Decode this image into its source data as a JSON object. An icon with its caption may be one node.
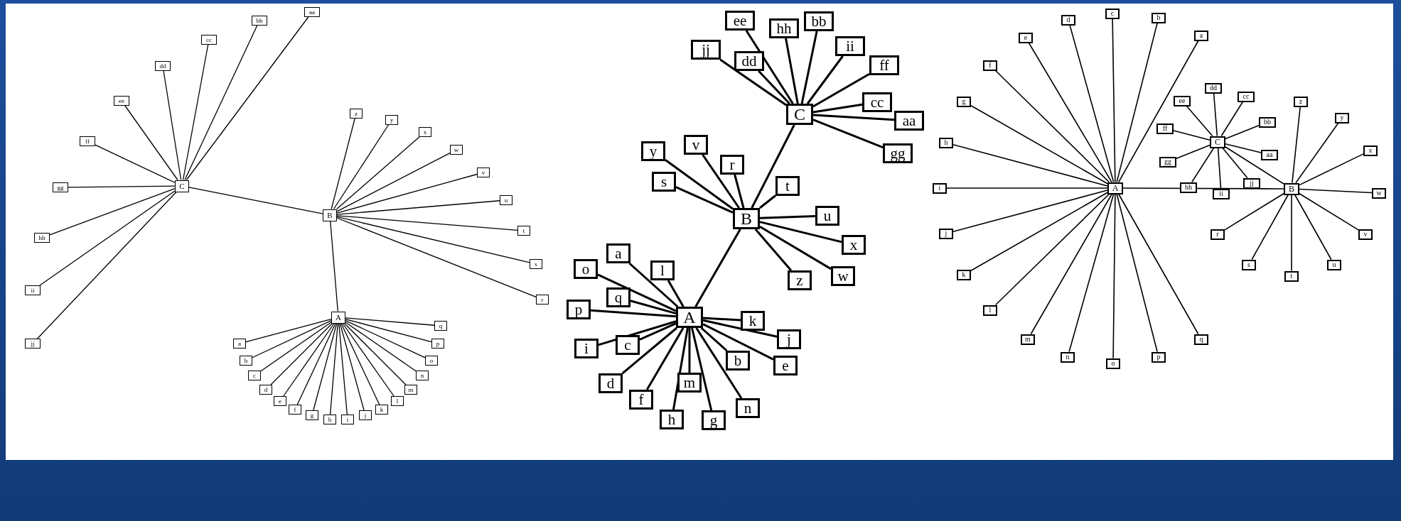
{
  "diagram": {
    "nodes": [
      {
        "text": [
          "A"
        ]
      },
      {
        "text": [
          "B"
        ]
      },
      {
        "text": [
          "C"
        ]
      },
      {
        "text": [
          "a"
        ]
      },
      {
        "text": [
          "b"
        ]
      },
      {
        "text": [
          "c"
        ]
      },
      {
        "text": [
          "d"
        ]
      },
      {
        "text": [
          "e"
        ]
      },
      {
        "text": [
          "f"
        ]
      },
      {
        "text": [
          "g"
        ]
      },
      {
        "text": [
          "h"
        ]
      },
      {
        "text": [
          "i"
        ]
      },
      {
        "text": [
          "j"
        ]
      },
      {
        "text": [
          "k"
        ]
      },
      {
        "text": [
          "l"
        ]
      },
      {
        "text": [
          "m"
        ]
      },
      {
        "text": [
          "n"
        ]
      },
      {
        "text": [
          "o"
        ]
      },
      {
        "text": [
          "p"
        ]
      },
      {
        "text": [
          "q"
        ]
      },
      {
        "text": [
          "r"
        ]
      },
      {
        "text": [
          "s"
        ]
      },
      {
        "text": [
          "t"
        ]
      },
      {
        "text": [
          "u"
        ]
      },
      {
        "text": [
          "v"
        ]
      },
      {
        "text": [
          "w"
        ]
      },
      {
        "text": [
          "x"
        ]
      },
      {
        "text": [
          "y"
        ]
      },
      {
        "text": [
          "z"
        ]
      },
      {
        "text": [
          "aa"
        ]
      },
      {
        "text": [
          "bb"
        ]
      },
      {
        "text": [
          "cc"
        ]
      },
      {
        "text": [
          "dd"
        ]
      },
      {
        "text": [
          "ee"
        ]
      },
      {
        "text": [
          "ff"
        ]
      },
      {
        "text": [
          "gg"
        ]
      },
      {
        "text": [
          "hh"
        ]
      },
      {
        "text": [
          "ii"
        ]
      },
      {
        "text": [
          "jj"
        ]
      },
      {
        "text": [
          "A"
        ]
      },
      {
        "text": [
          "B"
        ]
      },
      {
        "text": [
          "C"
        ]
      },
      {
        "text": [
          "a"
        ]
      },
      {
        "text": [
          "b"
        ]
      },
      {
        "text": [
          "c"
        ]
      },
      {
        "text": [
          "d"
        ]
      },
      {
        "text": [
          "e"
        ]
      },
      {
        "text": [
          "f"
        ]
      },
      {
        "text": [
          "g"
        ]
      },
      {
        "text": [
          "h"
        ]
      },
      {
        "text": [
          "i"
        ]
      },
      {
        "text": [
          "j"
        ]
      },
      {
        "text": [
          "k"
        ]
      },
      {
        "text": [
          "l"
        ]
      },
      {
        "text": [
          "m"
        ]
      },
      {
        "text": [
          "n"
        ]
      },
      {
        "text": [
          "o"
        ]
      },
      {
        "text": [
          "p"
        ]
      },
      {
        "text": [
          "q"
        ]
      },
      {
        "text": [
          "r"
        ]
      },
      {
        "text": [
          "s"
        ]
      },
      {
        "text": [
          "t"
        ]
      },
      {
        "text": [
          "u"
        ]
      },
      {
        "text": [
          "v"
        ]
      },
      {
        "text": [
          "w"
        ]
      },
      {
        "text": [
          "x"
        ]
      },
      {
        "text": [
          "y"
        ]
      },
      {
        "text": [
          "z"
        ]
      },
      {
        "text": [
          "aa"
        ]
      },
      {
        "text": [
          "bb"
        ]
      },
      {
        "text": [
          "cc"
        ]
      },
      {
        "text": [
          "dd"
        ]
      },
      {
        "text": [
          "ee"
        ]
      },
      {
        "text": [
          "ff"
        ]
      },
      {
        "text": [
          "gg"
        ]
      },
      {
        "text": [
          "hh"
        ]
      },
      {
        "text": [
          "ii"
        ]
      },
      {
        "text": [
          "jj"
        ]
      },
      {
        "text": [
          "A"
        ]
      },
      {
        "text": [
          "B"
        ]
      },
      {
        "text": [
          "C"
        ]
      },
      {
        "text": [
          "a"
        ]
      },
      {
        "text": [
          "b"
        ]
      },
      {
        "text": [
          "c"
        ]
      },
      {
        "text": [
          "d"
        ]
      },
      {
        "text": [
          "e"
        ]
      },
      {
        "text": [
          "f"
        ]
      },
      {
        "text": [
          "g"
        ]
      },
      {
        "text": [
          "h"
        ]
      },
      {
        "text": [
          "i"
        ]
      },
      {
        "text": [
          "j"
        ]
      },
      {
        "text": [
          "k"
        ]
      },
      {
        "text": [
          "l"
        ]
      },
      {
        "text": [
          "m"
        ]
      },
      {
        "text": [
          "n"
        ]
      },
      {
        "text": [
          "o"
        ]
      },
      {
        "text": [
          "p"
        ]
      },
      {
        "text": [
          "q"
        ]
      },
      {
        "text": [
          "r"
        ]
      },
      {
        "text": [
          "s"
        ]
      },
      {
        "text": [
          "t"
        ]
      },
      {
        "text": [
          "u"
        ]
      },
      {
        "text": [
          "v"
        ]
      },
      {
        "text": [
          "w"
        ]
      },
      {
        "text": [
          "x"
        ]
      },
      {
        "text": [
          "y"
        ]
      },
      {
        "text": [
          "z"
        ]
      },
      {
        "text": [
          "aa"
        ]
      },
      {
        "text": [
          "bb"
        ]
      },
      {
        "text": [
          "cc"
        ]
      },
      {
        "text": [
          "dd"
        ]
      },
      {
        "text": [
          "ee"
        ]
      },
      {
        "text": [
          "ff"
        ]
      },
      {
        "text": [
          "gg"
        ]
      },
      {
        "text": [
          "hh"
        ]
      },
      {
        "text": [
          "ii"
        ]
      },
      {
        "text": [
          "jj"
        ]
      }
    ],
    "edges": [
      {
        "from": 0,
        "to": 3,
        "arrow": "none"
      },
      {
        "from": 0,
        "to": 4,
        "arrow": "none"
      },
      {
        "from": 0,
        "to": 5,
        "arrow": "none"
      },
      {
        "from": 0,
        "to": 6,
        "arrow": "none"
      },
      {
        "from": 0,
        "to": 7,
        "arrow": "none"
      },
      {
        "from": 0,
        "to": 8,
        "arrow": "none"
      },
      {
        "from": 0,
        "to": 9,
        "arrow": "none"
      },
      {
        "from": 0,
        "to": 10,
        "arrow": "none"
      },
      {
        "from": 0,
        "to": 11,
        "arrow": "none"
      },
      {
        "from": 0,
        "to": 12,
        "arrow": "none"
      },
      {
        "from": 0,
        "to": 13,
        "arrow": "none"
      },
      {
        "from": 0,
        "to": 14,
        "arrow": "none"
      },
      {
        "from": 0,
        "to": 15,
        "arrow": "none"
      },
      {
        "from": 0,
        "to": 16,
        "arrow": "none"
      },
      {
        "from": 0,
        "to": 17,
        "arrow": "none"
      },
      {
        "from": 0,
        "to": 18,
        "arrow": "none"
      },
      {
        "from": 0,
        "to": 19,
        "arrow": "none"
      },
      {
        "from": 1,
        "to": 20,
        "arrow": "none"
      },
      {
        "from": 1,
        "to": 21,
        "arrow": "none"
      },
      {
        "from": 1,
        "to": 22,
        "arrow": "none"
      },
      {
        "from": 1,
        "to": 23,
        "arrow": "none"
      },
      {
        "from": 1,
        "to": 24,
        "arrow": "none"
      },
      {
        "from": 1,
        "to": 25,
        "arrow": "none"
      },
      {
        "from": 1,
        "to": 26,
        "arrow": "none"
      },
      {
        "from": 1,
        "to": 27,
        "arrow": "none"
      },
      {
        "from": 1,
        "to": 28,
        "arrow": "none"
      },
      {
        "from": 2,
        "to": 29,
        "arrow": "none"
      },
      {
        "from": 2,
        "to": 30,
        "arrow": "none"
      },
      {
        "from": 2,
        "to": 31,
        "arrow": "none"
      },
      {
        "from": 2,
        "to": 32,
        "arrow": "none"
      },
      {
        "from": 2,
        "to": 33,
        "arrow": "none"
      },
      {
        "from": 2,
        "to": 34,
        "arrow": "none"
      },
      {
        "from": 2,
        "to": 35,
        "arrow": "none"
      },
      {
        "from": 2,
        "to": 36,
        "arrow": "none"
      },
      {
        "from": 2,
        "to": 37,
        "arrow": "none"
      },
      {
        "from": 2,
        "to": 38,
        "arrow": "none"
      },
      {
        "from": 1,
        "to": 0,
        "arrow": "none"
      },
      {
        "from": 2,
        "to": 1,
        "arrow": "none"
      },
      {
        "from": 39,
        "to": 42,
        "arrow": "none"
      },
      {
        "from": 39,
        "to": 43,
        "arrow": "none"
      },
      {
        "from": 39,
        "to": 44,
        "arrow": "none"
      },
      {
        "from": 39,
        "to": 45,
        "arrow": "none"
      },
      {
        "from": 39,
        "to": 46,
        "arrow": "none"
      },
      {
        "from": 39,
        "to": 47,
        "arrow": "none"
      },
      {
        "from": 39,
        "to": 48,
        "arrow": "none"
      },
      {
        "from": 39,
        "to": 49,
        "arrow": "none"
      },
      {
        "from": 39,
        "to": 50,
        "arrow": "none"
      },
      {
        "from": 39,
        "to": 51,
        "arrow": "none"
      },
      {
        "from": 39,
        "to": 52,
        "arrow": "none"
      },
      {
        "from": 39,
        "to": 53,
        "arrow": "none"
      },
      {
        "from": 39,
        "to": 54,
        "arrow": "none"
      },
      {
        "from": 39,
        "to": 55,
        "arrow": "none"
      },
      {
        "from": 39,
        "to": 56,
        "arrow": "none"
      },
      {
        "from": 39,
        "to": 57,
        "arrow": "none"
      },
      {
        "from": 39,
        "to": 58,
        "arrow": "none"
      },
      {
        "from": 40,
        "to": 59,
        "arrow": "none"
      },
      {
        "from": 40,
        "to": 60,
        "arrow": "none"
      },
      {
        "from": 40,
        "to": 61,
        "arrow": "none"
      },
      {
        "from": 40,
        "to": 62,
        "arrow": "none"
      },
      {
        "from": 40,
        "to": 63,
        "arrow": "none"
      },
      {
        "from": 40,
        "to": 64,
        "arrow": "none"
      },
      {
        "from": 40,
        "to": 65,
        "arrow": "none"
      },
      {
        "from": 40,
        "to": 66,
        "arrow": "none"
      },
      {
        "from": 40,
        "to": 67,
        "arrow": "none"
      },
      {
        "from": 41,
        "to": 68,
        "arrow": "none"
      },
      {
        "from": 41,
        "to": 69,
        "arrow": "none"
      },
      {
        "from": 41,
        "to": 70,
        "arrow": "none"
      },
      {
        "from": 41,
        "to": 71,
        "arrow": "none"
      },
      {
        "from": 41,
        "to": 72,
        "arrow": "none"
      },
      {
        "from": 41,
        "to": 73,
        "arrow": "none"
      },
      {
        "from": 41,
        "to": 74,
        "arrow": "none"
      },
      {
        "from": 41,
        "to": 75,
        "arrow": "none"
      },
      {
        "from": 41,
        "to": 76,
        "arrow": "none"
      },
      {
        "from": 41,
        "to": 77,
        "arrow": "none"
      },
      {
        "from": 40,
        "to": 39,
        "arrow": "none"
      },
      {
        "from": 41,
        "to": 40,
        "arrow": "none"
      },
      {
        "from": 78,
        "to": 81,
        "arrow": "none"
      },
      {
        "from": 78,
        "to": 82,
        "arrow": "none"
      },
      {
        "from": 78,
        "to": 83,
        "arrow": "none"
      },
      {
        "from": 78,
        "to": 84,
        "arrow": "none"
      },
      {
        "from": 78,
        "to": 85,
        "arrow": "none"
      },
      {
        "from": 78,
        "to": 86,
        "arrow": "none"
      },
      {
        "from": 78,
        "to": 87,
        "arrow": "none"
      },
      {
        "from": 78,
        "to": 88,
        "arrow": "none"
      },
      {
        "from": 78,
        "to": 89,
        "arrow": "none"
      },
      {
        "from": 78,
        "to": 90,
        "arrow": "none"
      },
      {
        "from": 78,
        "to": 91,
        "arrow": "none"
      },
      {
        "from": 78,
        "to": 92,
        "arrow": "none"
      },
      {
        "from": 78,
        "to": 93,
        "arrow": "none"
      },
      {
        "from": 78,
        "to": 94,
        "arrow": "none"
      },
      {
        "from": 78,
        "to": 95,
        "arrow": "none"
      },
      {
        "from": 78,
        "to": 96,
        "arrow": "none"
      },
      {
        "from": 78,
        "to": 97,
        "arrow": "none"
      },
      {
        "from": 79,
        "to": 98,
        "arrow": "none"
      },
      {
        "from": 79,
        "to": 99,
        "arrow": "none"
      },
      {
        "from": 79,
        "to": 100,
        "arrow": "none"
      },
      {
        "from": 79,
        "to": 101,
        "arrow": "none"
      },
      {
        "from": 79,
        "to": 102,
        "arrow": "none"
      },
      {
        "from": 79,
        "to": 103,
        "arrow": "none"
      },
      {
        "from": 79,
        "to": 104,
        "arrow": "none"
      },
      {
        "from": 79,
        "to": 105,
        "arrow": "none"
      },
      {
        "from": 79,
        "to": 106,
        "arrow": "none"
      },
      {
        "from": 80,
        "to": 107,
        "arrow": "none"
      },
      {
        "from": 80,
        "to": 108,
        "arrow": "none"
      },
      {
        "from": 80,
        "to": 109,
        "arrow": "none"
      },
      {
        "from": 80,
        "to": 110,
        "arrow": "none"
      },
      {
        "from": 80,
        "to": 111,
        "arrow": "none"
      },
      {
        "from": 80,
        "to": 112,
        "arrow": "none"
      },
      {
        "from": 80,
        "to": 113,
        "arrow": "none"
      },
      {
        "from": 80,
        "to": 114,
        "arrow": "none"
      },
      {
        "from": 80,
        "to": 115,
        "arrow": "none"
      },
      {
        "from": 80,
        "to": 116,
        "arrow": "none"
      },
      {
        "from": 79,
        "to": 78,
        "arrow": "none"
      },
      {
        "from": 80,
        "to": 79,
        "arrow": "none"
      }
    ]
  }
}
